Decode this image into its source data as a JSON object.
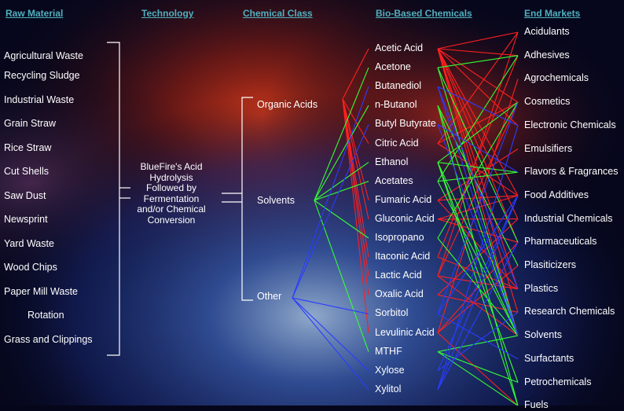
{
  "headers": {
    "raw_material": "Raw Material",
    "technology": "Technology",
    "chemical_class": "Chemical Class",
    "bio_based": "Bio-Based Chemicals",
    "end_markets": "End Markets"
  },
  "raw_materials": [
    "Agricultural Waste",
    "Recycling Sludge",
    "Industrial Waste",
    "Grain Straw",
    "Rice Straw",
    "Cut Shells",
    "Saw Dust",
    "Newsprint",
    "Yard Waste",
    "Wood Chips",
    "Paper Mill Waste",
    "Rotation",
    "Grass and Clippings"
  ],
  "technology_lines": [
    "BlueFire's Acid",
    "Hydrolysis",
    "Followed by",
    "Fermentation",
    "and/or Chemical",
    "Conversion"
  ],
  "chemical_classes": [
    "Organic Acids",
    "Solvents",
    "Other"
  ],
  "chemicals": [
    "Acetic Acid",
    "Acetone",
    "Butanediol",
    "n-Butanol",
    "Butyl Butyrate",
    "Citric Acid",
    "Ethanol",
    "Acetates",
    "Fumaric Acid",
    "Gluconic Acid",
    "Isopropano",
    "Itaconic Acid",
    "Lactic Acid",
    "Oxalic Acid",
    "Sorbitol",
    "Levulinic Acid",
    "MTHF",
    "Xylose",
    "Xylitol"
  ],
  "end_markets": [
    "Acidulants",
    "Adhesives",
    "Agrochemicals",
    "Cosmetics",
    "Electronic Chemicals",
    "Emulsifiers",
    "Flavors & Fragrances",
    "Food Additives",
    "Industrial Chemicals",
    "Pharmaceuticals",
    "Plasiticizers",
    "Plastics",
    "Research Chemicals",
    "Solvents",
    "Surfactants",
    "Petrochemicals",
    "Fuels"
  ],
  "colors": {
    "header": "#4fb0bf",
    "text": "#ffffff",
    "organic_acids_lines": "#ff2020",
    "solvents_lines": "#33ff33",
    "other_lines": "#2a3cff"
  },
  "class_links": {
    "Organic Acids": [
      "Acetic Acid",
      "Citric Acid",
      "Fumaric Acid",
      "Gluconic Acid",
      "Itaconic Acid",
      "Lactic Acid",
      "Oxalic Acid",
      "Levulinic Acid"
    ],
    "Solvents": [
      "Acetone",
      "n-Butanol",
      "Ethanol",
      "Acetates",
      "Isopropano",
      "MTHF"
    ],
    "Other": [
      "Butanediol",
      "Butyl Butyrate",
      "Sorbitol",
      "Xylose",
      "Xylitol"
    ]
  },
  "market_links": [
    [
      "Acetic Acid",
      "Acidulants"
    ],
    [
      "Acetic Acid",
      "Adhesives"
    ],
    [
      "Acetic Acid",
      "Cosmetics"
    ],
    [
      "Acetic Acid",
      "Electronic Chemicals"
    ],
    [
      "Acetic Acid",
      "Food Additives"
    ],
    [
      "Acetic Acid",
      "Industrial Chemicals"
    ],
    [
      "Acetic Acid",
      "Pharmaceuticals"
    ],
    [
      "Acetic Acid",
      "Plastics"
    ],
    [
      "Acetic Acid",
      "Research Chemicals"
    ],
    [
      "Acetic Acid",
      "Solvents"
    ],
    [
      "Citric Acid",
      "Acidulants"
    ],
    [
      "Citric Acid",
      "Food Additives"
    ],
    [
      "Citric Acid",
      "Cosmetics"
    ],
    [
      "Fumaric Acid",
      "Food Additives"
    ],
    [
      "Fumaric Acid",
      "Plastics"
    ],
    [
      "Fumaric Acid",
      "Emulsifiers"
    ],
    [
      "Gluconic Acid",
      "Food Additives"
    ],
    [
      "Gluconic Acid",
      "Pharmaceuticals"
    ],
    [
      "Gluconic Acid",
      "Industrial Chemicals"
    ],
    [
      "Itaconic Acid",
      "Plastics"
    ],
    [
      "Itaconic Acid",
      "Adhesives"
    ],
    [
      "Lactic Acid",
      "Acidulants"
    ],
    [
      "Lactic Acid",
      "Plastics"
    ],
    [
      "Lactic Acid",
      "Cosmetics"
    ],
    [
      "Lactic Acid",
      "Solvents"
    ],
    [
      "Oxalic Acid",
      "Industrial Chemicals"
    ],
    [
      "Oxalic Acid",
      "Research Chemicals"
    ],
    [
      "Levulinic Acid",
      "Plasiticizers"
    ],
    [
      "Levulinic Acid",
      "Agrochemicals"
    ],
    [
      "Levulinic Acid",
      "Fuels"
    ],
    [
      "Levulinic Acid",
      "Pharmaceuticals"
    ],
    [
      "Acetone",
      "Adhesives"
    ],
    [
      "Acetone",
      "Solvents"
    ],
    [
      "Acetone",
      "Pharmaceuticals"
    ],
    [
      "n-Butanol",
      "Solvents"
    ],
    [
      "n-Butanol",
      "Plasiticizers"
    ],
    [
      "n-Butanol",
      "Fuels"
    ],
    [
      "Ethanol",
      "Fuels"
    ],
    [
      "Ethanol",
      "Flavors & Fragrances"
    ],
    [
      "Ethanol",
      "Solvents"
    ],
    [
      "Ethanol",
      "Petrochemicals"
    ],
    [
      "Ethanol",
      "Cosmetics"
    ],
    [
      "Acetates",
      "Solvents"
    ],
    [
      "Acetates",
      "Flavors & Fragrances"
    ],
    [
      "Acetates",
      "Adhesives"
    ],
    [
      "Isopropano",
      "Solvents"
    ],
    [
      "Isopropano",
      "Cosmetics"
    ],
    [
      "MTHF",
      "Fuels"
    ],
    [
      "MTHF",
      "Solvents"
    ],
    [
      "MTHF",
      "Petrochemicals"
    ],
    [
      "Butanediol",
      "Plastics"
    ],
    [
      "Butanediol",
      "Solvents"
    ],
    [
      "Butanediol",
      "Electronic Chemicals"
    ],
    [
      "Butyl Butyrate",
      "Flavors & Fragrances"
    ],
    [
      "Butyl Butyrate",
      "Solvents"
    ],
    [
      "Sorbitol",
      "Food Additives"
    ],
    [
      "Sorbitol",
      "Cosmetics"
    ],
    [
      "Sorbitol",
      "Surfactants"
    ],
    [
      "Xylose",
      "Food Additives"
    ],
    [
      "Xylose",
      "Research Chemicals"
    ],
    [
      "Xylitol",
      "Food Additives"
    ],
    [
      "Xylitol",
      "Pharmaceuticals"
    ],
    [
      "Xylitol",
      "Electronic Chemicals"
    ]
  ]
}
